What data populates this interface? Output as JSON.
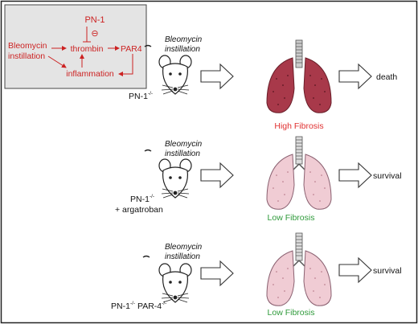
{
  "inset": {
    "pn1": "PN-1",
    "inhibit_symbol": "⊖",
    "bleomycin_line1": "Bleomycin",
    "bleomycin_line2": "instillation",
    "thrombin": "thrombin",
    "par4": "PAR4",
    "inflammation": "inflammation",
    "text_color": "#cc2222",
    "box_fill": "#e4e4e4"
  },
  "rows": [
    {
      "treatment_line1": "Bleomycin",
      "treatment_line2": "instillation",
      "genotype": "PN-1",
      "genotype_sup": "-/-",
      "genotype_extra": "",
      "genotype_sup2": "",
      "note": "",
      "fibrosis": "High Fibrosis",
      "fibrosis_color": "#e03030",
      "outcome": "death",
      "lung_style": "diseased"
    },
    {
      "treatment_line1": "Bleomycin",
      "treatment_line2": "instillation",
      "genotype": "PN-1",
      "genotype_sup": "-/-",
      "genotype_extra": "",
      "genotype_sup2": "",
      "note": "+ argatroban",
      "fibrosis": "Low Fibrosis",
      "fibrosis_color": "#2e9a3a",
      "outcome": "survival",
      "lung_style": "healthy"
    },
    {
      "treatment_line1": "Bleomycin",
      "treatment_line2": "instillation",
      "genotype": "PN-1",
      "genotype_sup": "-/-",
      "genotype_extra": " PAR-4",
      "genotype_sup2": "-/-",
      "note": "",
      "fibrosis": "Low Fibrosis",
      "fibrosis_color": "#2e9a3a",
      "outcome": "survival",
      "lung_style": "healthy"
    }
  ]
}
